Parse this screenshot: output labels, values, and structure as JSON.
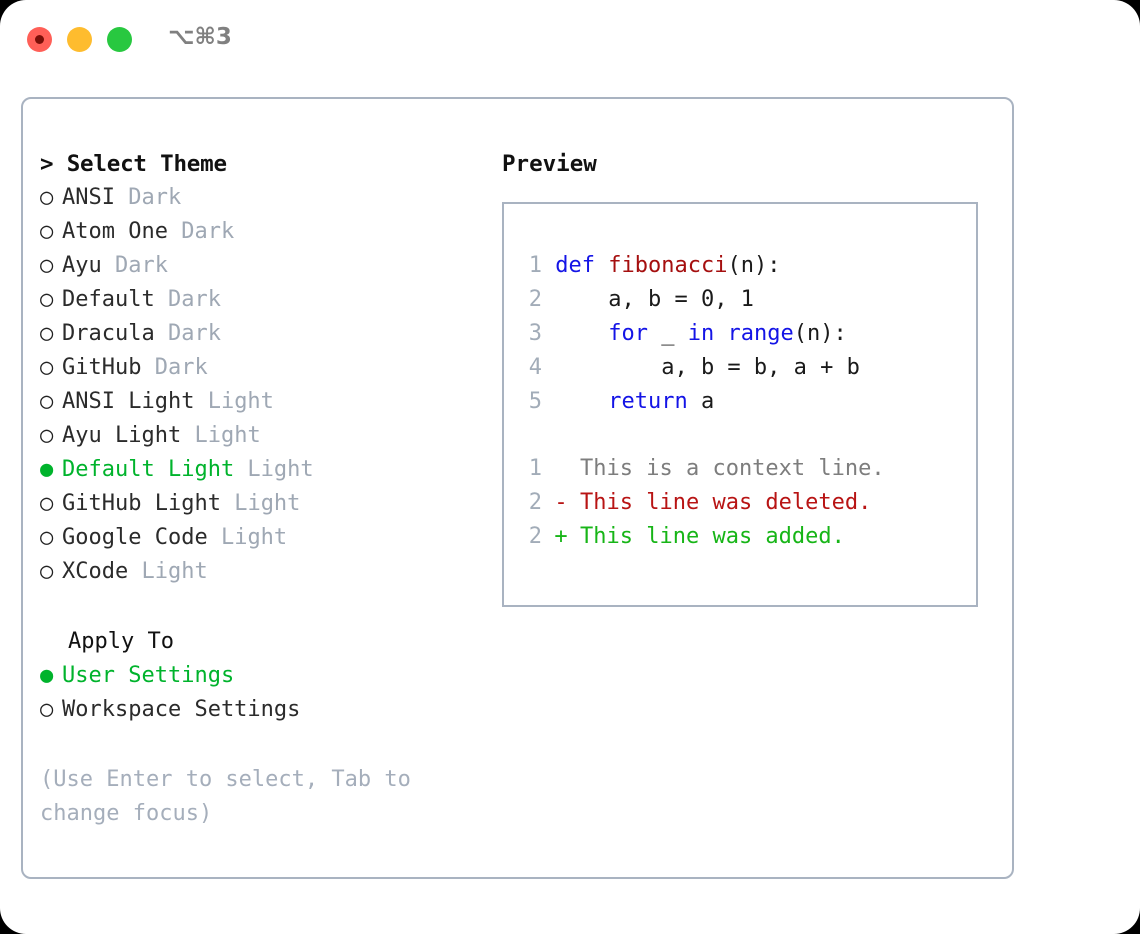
{
  "window": {
    "shortcut_label": "⌥⌘3",
    "traffic_lights": [
      "close",
      "minimize",
      "maximize"
    ]
  },
  "theme_picker": {
    "header": "> Select Theme",
    "bullet_selected": "●",
    "bullet_unselected": "○",
    "items": [
      {
        "name": "ANSI",
        "tag": "Dark",
        "selected": false
      },
      {
        "name": "Atom One",
        "tag": "Dark",
        "selected": false
      },
      {
        "name": "Ayu",
        "tag": "Dark",
        "selected": false
      },
      {
        "name": "Default",
        "tag": "Dark",
        "selected": false
      },
      {
        "name": "Dracula",
        "tag": "Dark",
        "selected": false
      },
      {
        "name": "GitHub",
        "tag": "Dark",
        "selected": false
      },
      {
        "name": "ANSI Light",
        "tag": "Light",
        "selected": false
      },
      {
        "name": "Ayu Light",
        "tag": "Light",
        "selected": false
      },
      {
        "name": "Default Light",
        "tag": "Light",
        "selected": true
      },
      {
        "name": "GitHub Light",
        "tag": "Light",
        "selected": false
      },
      {
        "name": "Google Code",
        "tag": "Light",
        "selected": false
      },
      {
        "name": "XCode",
        "tag": "Light",
        "selected": false
      }
    ]
  },
  "apply_to": {
    "header": "Apply To",
    "items": [
      {
        "name": "User Settings",
        "selected": true
      },
      {
        "name": "Workspace Settings",
        "selected": false
      }
    ]
  },
  "hint": "(Use Enter to select, Tab to change focus)",
  "preview": {
    "header": "Preview",
    "code_lines": [
      {
        "no": "1",
        "tokens": [
          {
            "t": "def ",
            "c": "kw"
          },
          {
            "t": "fibonacci",
            "c": "fn"
          },
          {
            "t": "(n):",
            "c": "plain"
          }
        ]
      },
      {
        "no": "2",
        "tokens": [
          {
            "t": "    a, b = 0, 1",
            "c": "plain"
          }
        ]
      },
      {
        "no": "3",
        "tokens": [
          {
            "t": "    ",
            "c": "plain"
          },
          {
            "t": "for",
            "c": "kw"
          },
          {
            "t": " _ ",
            "c": "plain"
          },
          {
            "t": "in",
            "c": "kw"
          },
          {
            "t": " ",
            "c": "plain"
          },
          {
            "t": "range",
            "c": "kw"
          },
          {
            "t": "(n):",
            "c": "plain"
          }
        ]
      },
      {
        "no": "4",
        "tokens": [
          {
            "t": "        a, b = b, a + b",
            "c": "plain"
          }
        ]
      },
      {
        "no": "5",
        "tokens": [
          {
            "t": "    ",
            "c": "plain"
          },
          {
            "t": "return",
            "c": "kw"
          },
          {
            "t": " a",
            "c": "plain"
          }
        ]
      }
    ],
    "diff_lines": [
      {
        "no": "1",
        "marker": " ",
        "text": "This is a context line.",
        "kind": "diff-ctx"
      },
      {
        "no": "2",
        "marker": "-",
        "text": "This line was deleted.",
        "kind": "diff-del"
      },
      {
        "no": "2",
        "marker": "+",
        "text": "This line was added.",
        "kind": "diff-add"
      }
    ]
  },
  "colors": {
    "accent_green": "#00b32c",
    "muted": "#9fa8b4",
    "border": "#a9b3c1",
    "keyword_blue": "#1414e6",
    "function_red": "#a50f0f",
    "diff_delete": "#b81414",
    "diff_add": "#17b517",
    "diff_context": "#7d7d7d",
    "traffic_close": "#ff5f57",
    "traffic_min": "#febc2e",
    "traffic_max": "#28c840"
  }
}
